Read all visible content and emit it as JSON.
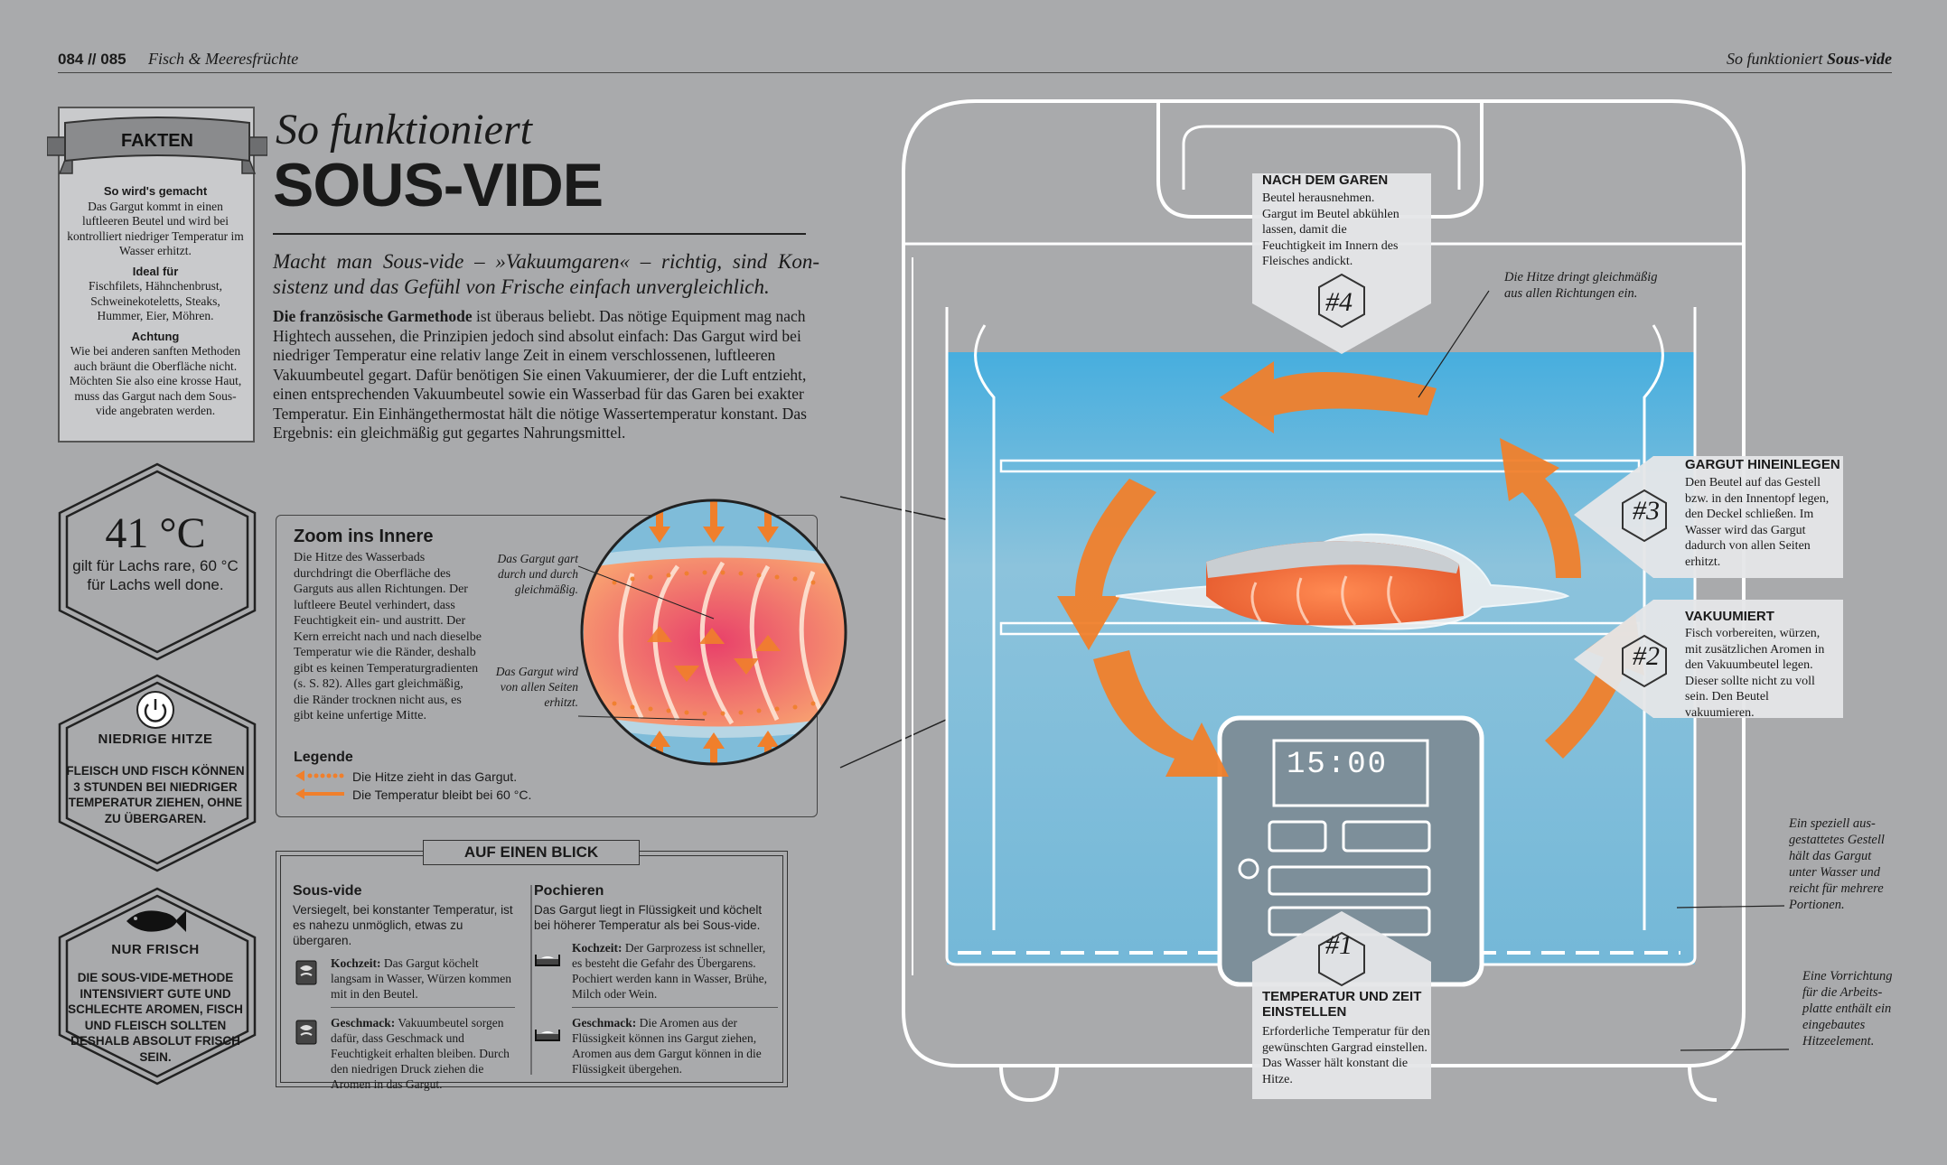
{
  "header": {
    "pages": "084 // 085",
    "chapter": "Fisch & Meeresfrüchte",
    "right_prefix": "So funktioniert ",
    "right_bold": "Sous-vide"
  },
  "fakten": {
    "banner": "FAKTEN",
    "h1": "So wird's gemacht",
    "p1": "Das Gargut kommt in einen luftleeren Beutel und wird bei kontrolliert niedriger Tempe­ratur im Wasser erhitzt.",
    "h2": "Ideal für",
    "p2": "Fischfilets, Hähnchenbrust, Schweinekoteletts, Steaks, Hummer, Eier, Möhren.",
    "h3": "Achtung",
    "p3": "Wie bei anderen sanften Methoden auch bräunt die Oberfläche nicht. Möchten Sie also eine krosse Haut, muss das Gargut nach dem Sous-vide angebraten werden."
  },
  "title": {
    "kicker": "So funktioniert",
    "main": "SOUS-VIDE",
    "lead": "Macht man Sous-vide – »Vakuumgaren« – richtig, sind Kon­sistenz und das Gefühl von Frische einfach unvergleichlich.",
    "body_bold": "Die französische Garmethode",
    "body": " ist überaus beliebt. Das nötige Equipment mag nach Hightech aussehen, die Prinzipien jedoch sind absolut einfach: Das Gargut wird bei niedriger Temperatur eine relativ lange Zeit in einem verschlossenen, luftleeren Vakuumbeutel gegart. Dafür benötigen Sie einen Vakuumierer, der die Luft entzieht, einen entsprechenden Vakuumbeutel sowie ein Wasserbad für das Garen bei exakter Temperatur. Ein Einhänge­thermostat hält die nötige Wassertemperatur konstant. Das Ergebnis: ein gleichmäßig gut gegartes Nahrungsmittel."
  },
  "hex": {
    "temp": "41 °C",
    "temp_sub": "gilt für Lachs rare, 60 °C für Lachs well done.",
    "hitze_title": "NIEDRIGE HITZE",
    "hitze_body": "FLEISCH UND FISCH KÖN­NEN 3 STUNDEN BEI NIED­RIGER TEMPERATUR ZIE­HEN, OHNE ZU ÜBERGAREN.",
    "frisch_title": "NUR FRISCH",
    "frisch_body": "DIE SOUS-VIDE-METHODE INTENSIVIERT GUTE UND SCHLECHTE AROMEN, FISCH UND FLEISCH SOLL­TEN DESHALB ABSOLUT FRISCH SEIN."
  },
  "zoom": {
    "title": "Zoom ins Innere",
    "text": "Die Hitze des Wasserbads durchdringt die Oberfläche des Garguts aus allen Richtungen. Der luftleere Beutel verhindert, dass Feuchtigkeit ein- und austritt. Der Kern erreicht nach und nach dieselbe Temperatur wie die Ränder, deshalb gibt es keinen Temperaturgradienten (s. S. 82). Alles gart gleichmäßig, die Ränder trocknen nicht aus, es gibt keine unfertige Mitte.",
    "ann_gart": "Das Gargut gart durch und durch gleichmäßig.",
    "ann_seiten": "Das Gargut wird von allen Seiten erhitzt.",
    "legend_title": "Legende",
    "legend_1": "Die Hitze zieht in das Gargut.",
    "legend_2": "Die Temperatur bleibt bei 60 °C."
  },
  "blick": {
    "title": "AUF EINEN BLICK",
    "sv_title": "Sous-vide",
    "sv_text": "Versiegelt, bei konstanter Temperatur, ist es nahezu unmöglich, etwas zu übergaren.",
    "sv_k_label": "Kochzeit:",
    "sv_k_text": " Das Gargut köchelt langsam in Wasser, Würzen kom­men mit in den Beutel.",
    "sv_g_label": "Geschmack:",
    "sv_g_text": " Vakuumbeutel sor­gen dafür, dass Geschmack und Feuchtigkeit erhalten bleiben. Durch den niedrigen Druck zie­hen die Aromen in das Gargut.",
    "po_title": "Pochieren",
    "po_text": "Das Gargut liegt in Flüssigkeit und köchelt bei höherer Temperatur als bei Sous-vide.",
    "po_k_label": "Kochzeit:",
    "po_k_text": " Der Garprozess ist schneller, es besteht die Gefahr des Übergarens. Pochiert werden kann in Wasser, Brühe, Milch oder Wein.",
    "po_g_label": "Geschmack:",
    "po_g_text": " Die Aromen aus der Flüssigkeit können ins Gargut zie­hen, Aromen aus dem Gargut können in die Flüssigkeit übergehen."
  },
  "steps": {
    "s4_num": "#4",
    "s4_title": "NACH DEM GAREN",
    "s4_text": "Beutel herausnehmen. Gargut im Beutel abküh­len lassen, damit die Feuchtigkeit im Innern des Fleisches andickt.",
    "s3_num": "#3",
    "s3_title": "GARGUT HINEINLEGEN",
    "s3_text": "Den Beutel auf das Gestell bzw. in den Innentopf legen, den Deckel schließen. Im Wasser wird das Gargut dadurch von allen Seiten erhitzt.",
    "s2_num": "#2",
    "s2_title": "VAKUUMIERT",
    "s2_text": "Fisch vorbereiten, würzen, mit zusätzlichen Aromen in den Vakuumbeutel legen. Dieser sollte nicht zu voll sein. Den Beutel vakuumieren.",
    "s1_num": "#1",
    "s1_title": "TEMPERATUR UND ZEIT EINSTELLEN",
    "s1_text": "Erforderliche Temperatur für den gewünschten Gar­grad einstellen. Das Wasser hält konstant die Hitze."
  },
  "notes": {
    "hitze": "Die Hitze dringt gleichmäßig aus allen Richtungen ein.",
    "gestell": "Ein speziell aus­gestattetes Gestell hält das Gargut unter Wasser und reicht für mehrere Portionen.",
    "vorrichtung": "Eine Vorrichtung für die Arbeits­platte enthält ein eingebautes Hitzeelement."
  },
  "device": {
    "display": "15:00"
  },
  "colors": {
    "background": "#a9aaac",
    "water": "#5fb2d4",
    "arrow": "#f07f2b",
    "salmon": "#f07a6a"
  }
}
